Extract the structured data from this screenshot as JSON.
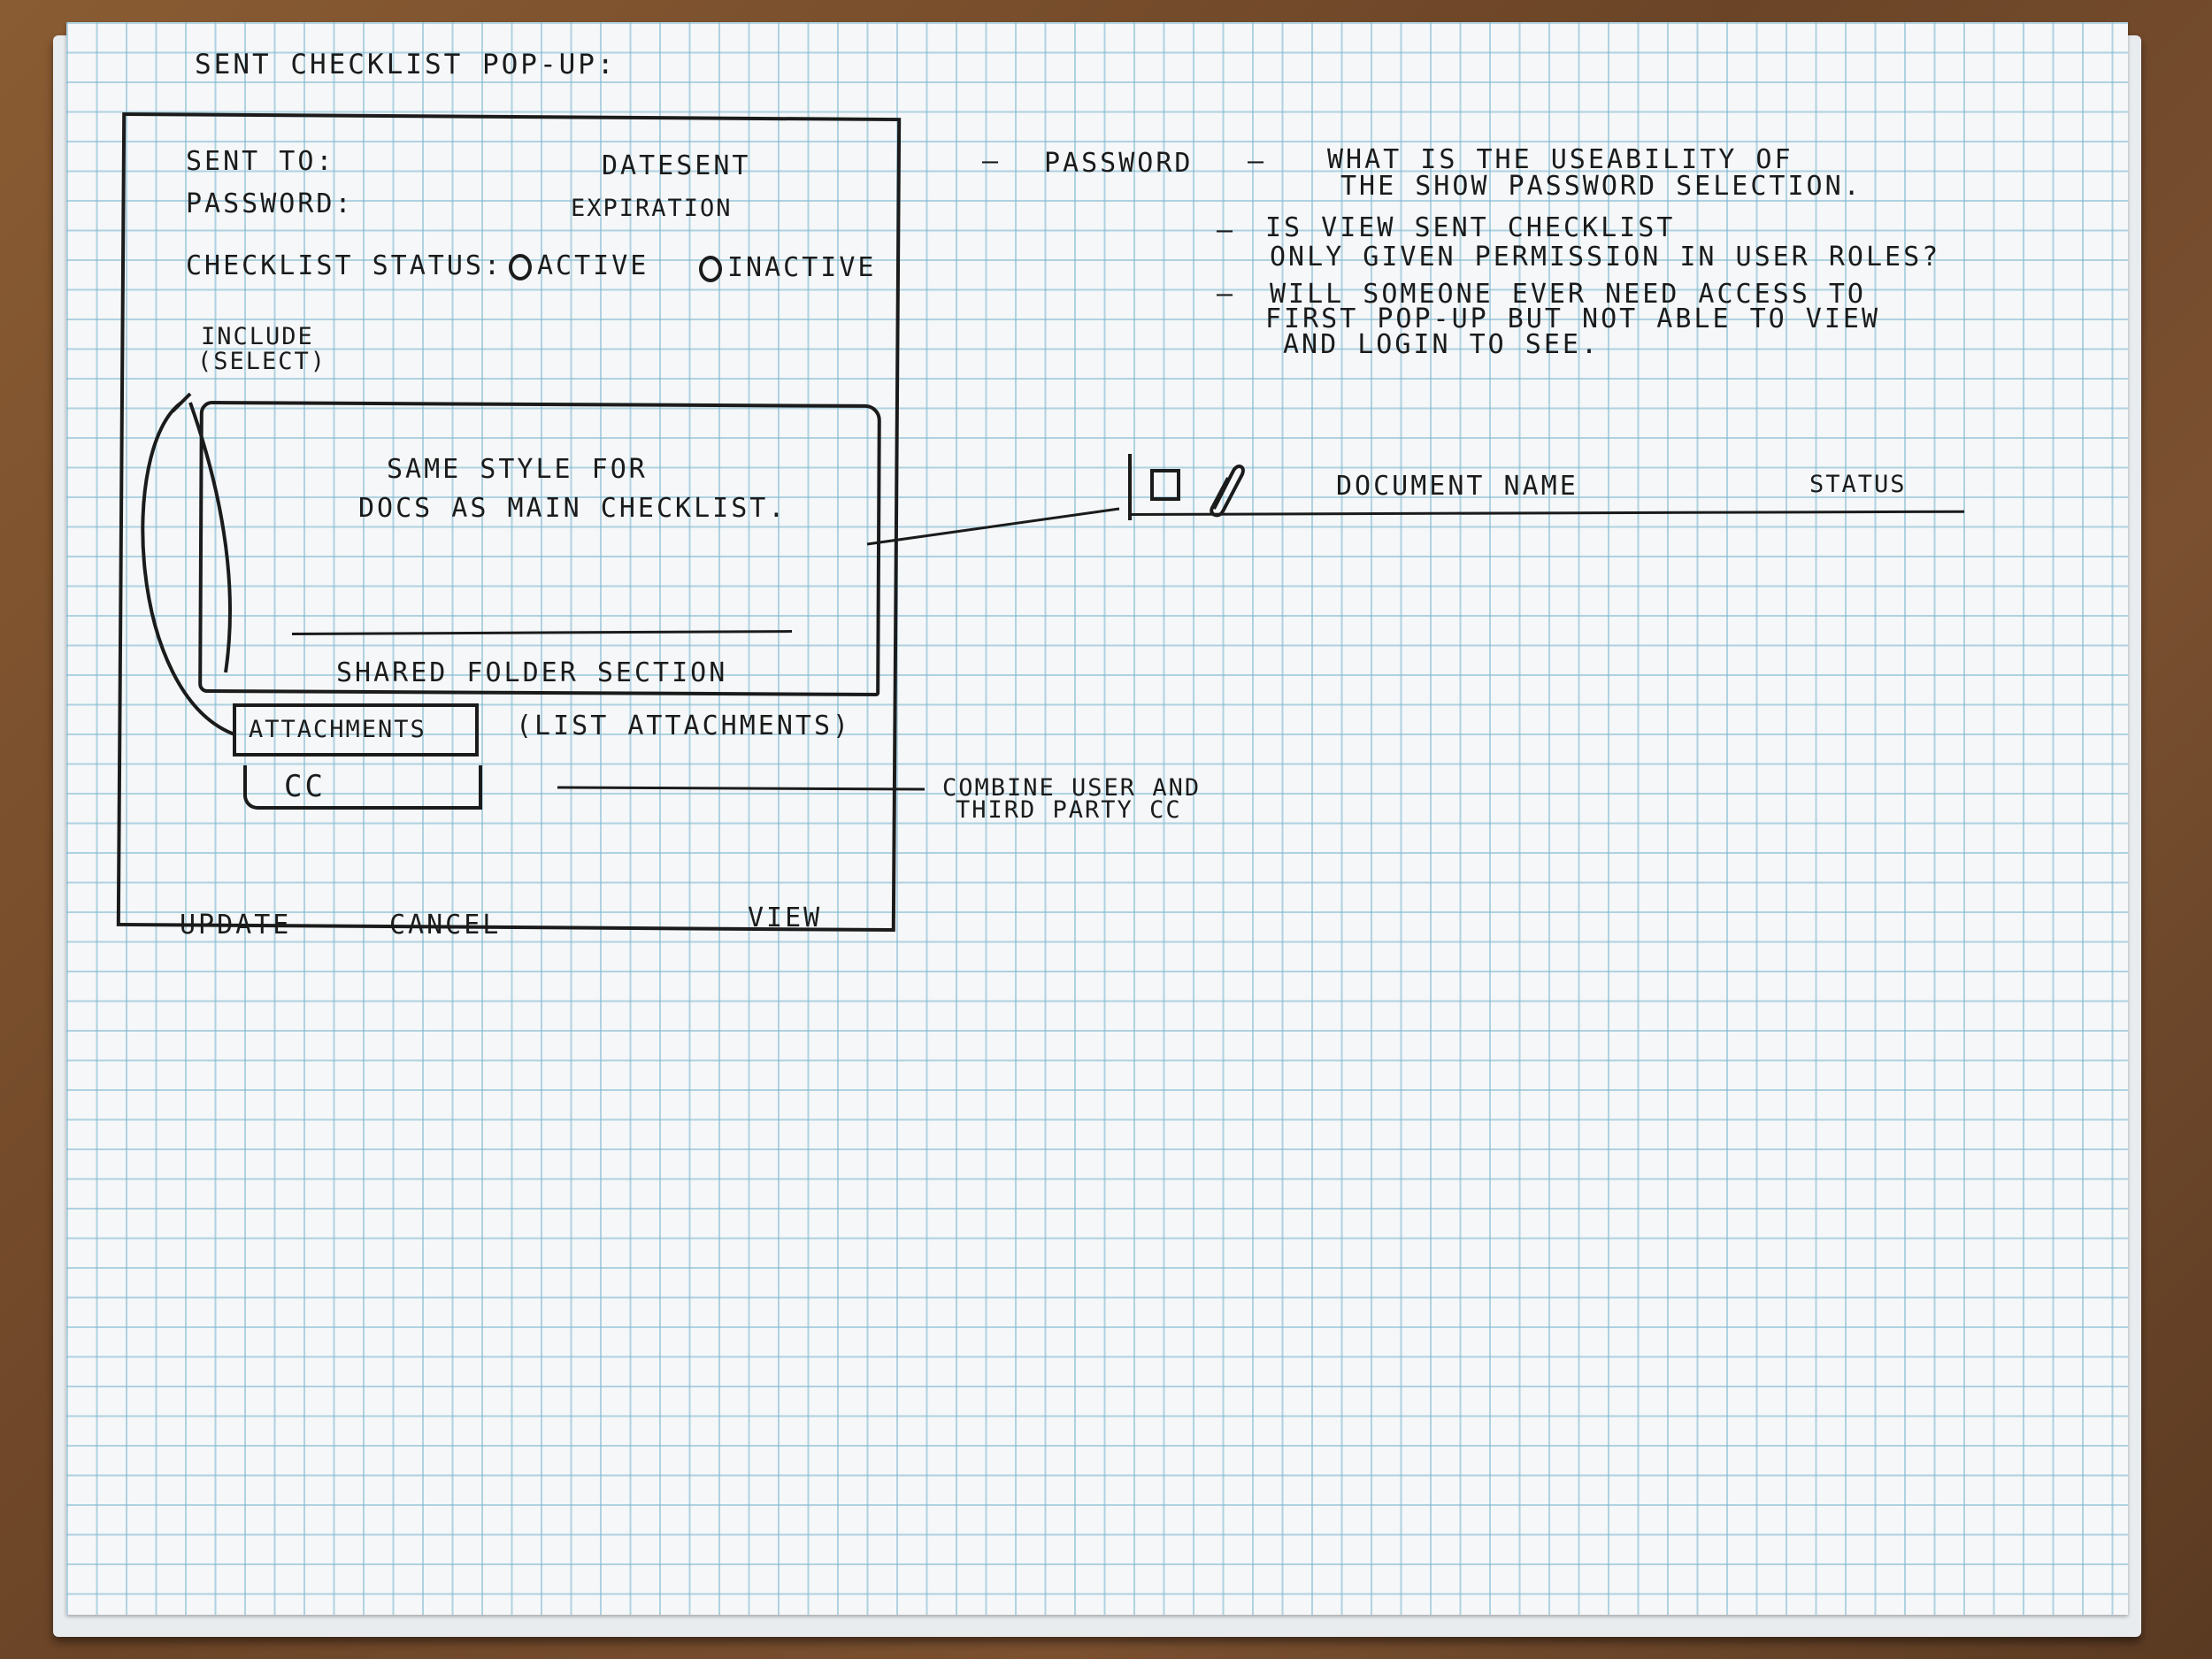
{
  "sketch": {
    "title": "SENT CHECKLIST POP-UP:",
    "popup": {
      "sent_to_label": "SENT TO:",
      "date_sent_label": "DATESENT",
      "password_label": "PASSWORD:",
      "expiration_label": "EXPIRATION",
      "status_label": "CHECKLIST STATUS:",
      "status_options": [
        "ACTIVE",
        "INACTIVE"
      ],
      "include_label": "INCLUDE",
      "include_sub": "(SELECT)",
      "docs_note_line1": "SAME STYLE FOR",
      "docs_note_line2": "DOCS AS MAIN CHECKLIST.",
      "shared_folder_label": "SHARED FOLDER SECTION",
      "attachments_button": "ATTACHMENTS",
      "attachments_note": "(LIST ATTACHMENTS)",
      "cc_field": "CC",
      "buttons": {
        "update": "UPDATE",
        "cancel": "CANCEL",
        "view": "VIEW"
      }
    },
    "notes": {
      "password_heading": "PASSWORD",
      "note1_line1": "WHAT IS THE USEABILITY OF",
      "note1_line2": "THE SHOW PASSWORD SELECTION.",
      "note2_line1": "IS VIEW SENT CHECKLIST",
      "note2_line2": "ONLY GIVEN PERMISSION IN USER ROLES?",
      "note3_line1": "WILL SOMEONE EVER NEED ACCESS TO",
      "note3_line2": "FIRST POP-UP BUT NOT ABLE TO VIEW",
      "note3_line3": "AND LOGIN TO SEE."
    },
    "doc_row": {
      "document_name_header": "DOCUMENT NAME",
      "status_header": "STATUS",
      "icons": [
        "checkbox-icon",
        "paperclip-icon"
      ]
    },
    "cc_annotation": {
      "line1": "COMBINE USER AND",
      "line2": "THIRD PARTY CC"
    }
  }
}
